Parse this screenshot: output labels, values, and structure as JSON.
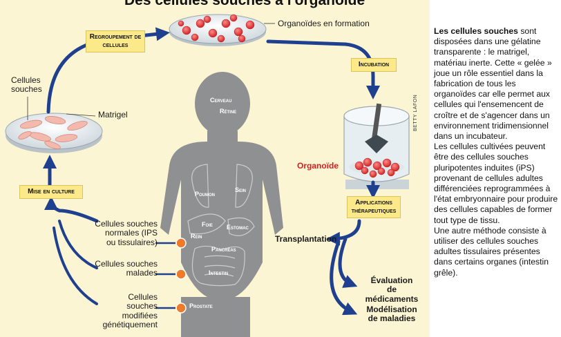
{
  "title": "Des cellules souches à l'organoïde",
  "credit": "BETTY LAFON",
  "steps": {
    "regroupement": "Regroupement de cellules",
    "incubation": "Incubation",
    "mise_en_culture": "Mise en culture",
    "applications": "Applications thérapeutiques"
  },
  "labels": {
    "cellules_souches": "Cellules souches",
    "matrigel": "Matrigel",
    "organoides_formation": "Organoïdes en formation",
    "organoide": "Organoïde"
  },
  "organs": {
    "cerveau": "Cerveau",
    "retine": "Rétine",
    "poumon": "Poumon",
    "sein": "Sein",
    "foie": "Foie",
    "estomac": "Estomac",
    "rein": "Rein",
    "pancreas": "Pancréas",
    "intestin": "Intestin",
    "prostate": "Prostate"
  },
  "sources": {
    "normales": "Cellules souches normales (IPS ou tissulaires)",
    "malades": "Cellules souches malades",
    "modifiees": "Cellules souches modifiées génétiquement"
  },
  "applications": {
    "transplantation": "Transplantation",
    "evaluation": "Évaluation de médicaments",
    "modelisation": "Modélisation de maladies"
  },
  "sidebar": {
    "lead_bold": "Les cellules souches",
    "p1": "sont disposées dans une gélatine transparente : le matrigel, matériau inerte. Cette « gelée » joue un rôle essentiel dans la fabrication de tous les organoïdes car elle permet aux cellules qui l'ensemencent de croître et de s'agencer dans un environnement tridimensionnel dans un incubateur.",
    "p2": "Les cellules cultivées peuvent être des cellules souches pluripotentes induites (iPS) provenant de cellules adultes différenciées reprogrammées à l'état embryonnaire pour produire des cellules capables de former tout type de tissu.",
    "p3": "Une autre méthode consiste à utiliser des cellules souches adultes tissulaires présentes dans certains organes (intestin grêle)."
  },
  "colors": {
    "background": "#fbf5d3",
    "arrow": "#1f3f8f",
    "box": "#fbe98a",
    "silhouette": "#8f9091",
    "organoid": "#e63a3a",
    "highlight_text": "#d21f1f",
    "dot": "#ef7a2a"
  },
  "icons": [
    "petri-dish-icon",
    "incubator-icon",
    "human-silhouette-icon",
    "arrow-icon"
  ]
}
